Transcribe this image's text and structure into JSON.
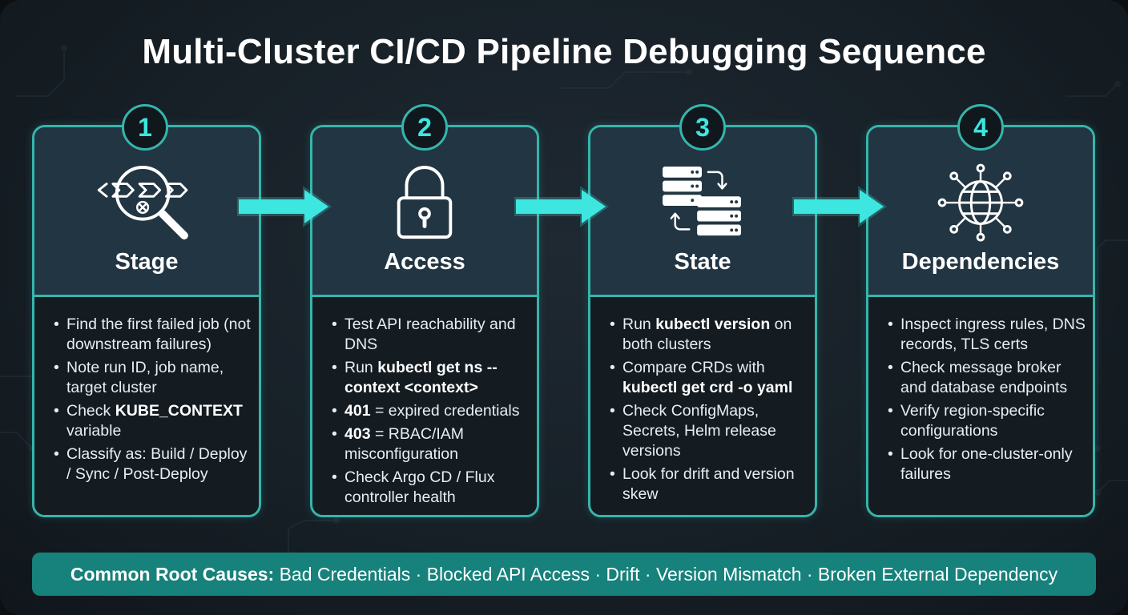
{
  "title": "Multi-Cluster CI/CD Pipeline Debugging Sequence",
  "steps": [
    {
      "number": "1",
      "title": "Stage",
      "icon": "magnifier-pipeline-icon",
      "items": [
        [
          {
            "t": "Find the first failed job (not downstream failures)"
          }
        ],
        [
          {
            "t": "Note run ID, job name, target cluster"
          }
        ],
        [
          {
            "t": "Check "
          },
          {
            "t": "KUBE_CONTEXT",
            "b": true
          },
          {
            "t": " variable"
          }
        ],
        [
          {
            "t": "Classify as: Build / Deploy / Sync / Post-Deploy"
          }
        ]
      ]
    },
    {
      "number": "2",
      "title": "Access",
      "icon": "padlock-icon",
      "items": [
        [
          {
            "t": "Test API reachability and DNS"
          }
        ],
        [
          {
            "t": "Run "
          },
          {
            "t": "kubectl get ns --context <context>",
            "b": true
          }
        ],
        [
          {
            "t": "401",
            "b": true
          },
          {
            "t": " = expired credentials"
          }
        ],
        [
          {
            "t": "403",
            "b": true
          },
          {
            "t": " = RBAC/IAM misconfiguration"
          }
        ],
        [
          {
            "t": "Check Argo CD / Flux controller health"
          }
        ]
      ]
    },
    {
      "number": "3",
      "title": "State",
      "icon": "server-sync-icon",
      "items": [
        [
          {
            "t": "Run "
          },
          {
            "t": "kubectl version",
            "b": true
          },
          {
            "t": " on both clusters"
          }
        ],
        [
          {
            "t": "Compare CRDs with "
          },
          {
            "t": "kubectl get crd -o yaml",
            "b": true
          }
        ],
        [
          {
            "t": "Check ConfigMaps, Secrets, Helm release versions"
          }
        ],
        [
          {
            "t": "Look for drift and version skew"
          }
        ]
      ]
    },
    {
      "number": "4",
      "title": "Dependencies",
      "icon": "globe-network-icon",
      "items": [
        [
          {
            "t": "Inspect ingress rules, DNS records, TLS certs"
          }
        ],
        [
          {
            "t": "Check message broker and database endpoints"
          }
        ],
        [
          {
            "t": "Verify region-specific configurations"
          }
        ],
        [
          {
            "t": "Look for one-cluster-only failures"
          }
        ]
      ]
    }
  ],
  "footer": {
    "label": "Common Root Causes:",
    "text": " Bad Credentials · Blocked API Access · Drift · Version Mismatch · Broken External Dependency"
  },
  "colors": {
    "accent": "#36b5ab",
    "arrow": "#3ee6e0",
    "footer_bg": "#17817b"
  }
}
